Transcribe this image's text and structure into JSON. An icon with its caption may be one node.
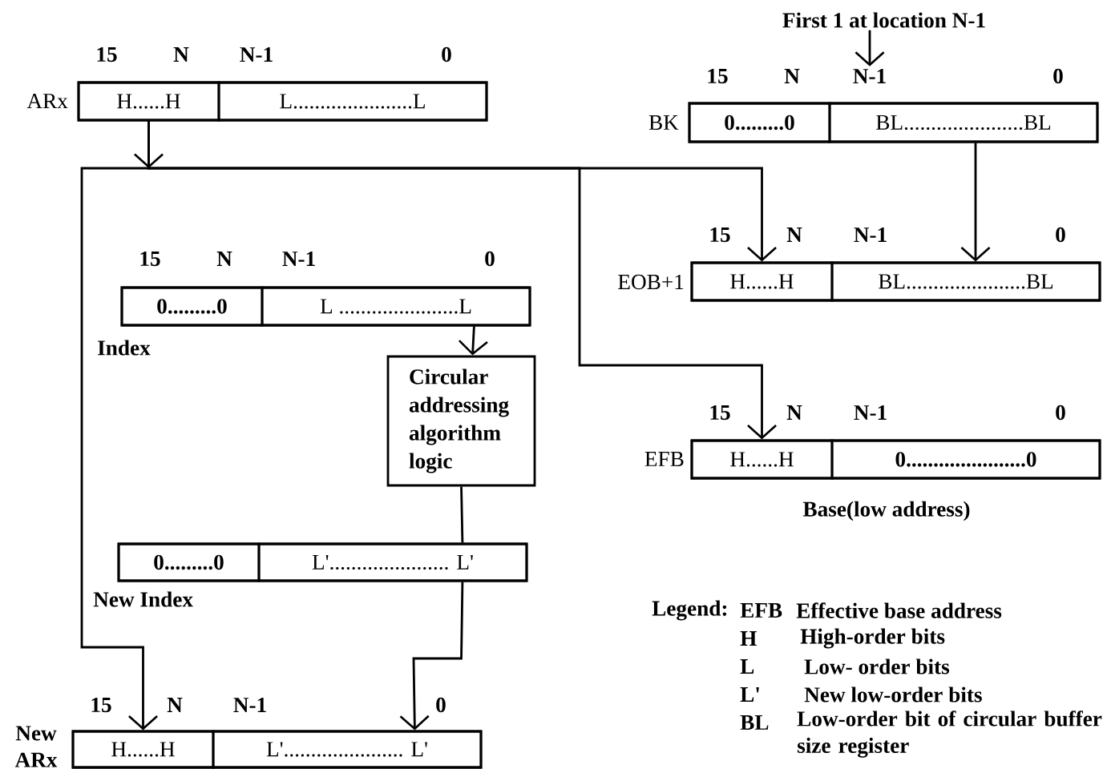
{
  "diagram": {
    "nodes": [
      {
        "text": [
          "ARx"
        ]
      },
      {
        "text": [
          "H......H"
        ],
        "in": 0
      },
      {
        "text": [
          "L......................L"
        ],
        "in": 0
      },
      {
        "text": [
          "BK"
        ]
      },
      {
        "text": [
          "0.........0"
        ],
        "in": 3
      },
      {
        "text": [
          "BL......................BL"
        ],
        "in": 3
      },
      {
        "text": [
          "EOB+1"
        ]
      },
      {
        "text": [
          "H......H"
        ],
        "in": 6
      },
      {
        "text": [
          "BL......................BL"
        ],
        "in": 6
      },
      {
        "text": [
          "Index"
        ]
      },
      {
        "text": [
          "0.........0"
        ],
        "in": 9
      },
      {
        "text": [
          "L ......................L"
        ],
        "in": 9
      },
      {
        "text": [
          "Circular addressing algorithm logic"
        ]
      },
      {
        "text": [
          "EFB"
        ],
        "beside": [
          "Base(low address)"
        ]
      },
      {
        "text": [
          "H......H"
        ],
        "in": 13
      },
      {
        "text": [
          "0......................0"
        ],
        "in": 13
      },
      {
        "text": [
          "New Index"
        ]
      },
      {
        "text": [
          "0.........0"
        ],
        "in": 16
      },
      {
        "text": [
          "L'...................... L'"
        ],
        "in": 16
      },
      {
        "text": [
          "New ARx"
        ]
      },
      {
        "text": [
          "H......H"
        ],
        "in": 19
      },
      {
        "text": [
          "L'...................... L'"
        ],
        "in": 19
      },
      {
        "text": [
          "First 1 at location N-1"
        ]
      },
      {
        "text": [
          "N-1"
        ]
      }
    ],
    "edges": [
      {
        "from": 1,
        "to": 7,
        "arrow": "to"
      },
      {
        "from": 1,
        "to": 14,
        "arrow": "to"
      },
      {
        "from": 1,
        "to": 20,
        "arrow": "to"
      },
      {
        "from": 5,
        "to": 8,
        "arrow": "to"
      },
      {
        "from": 11,
        "to": 12,
        "arrow": "to"
      },
      {
        "from": 12,
        "to": 18,
        "arrow": "none"
      },
      {
        "from": 18,
        "to": 21,
        "arrow": "to"
      },
      {
        "from": 22,
        "to": 23,
        "arrow": "to"
      }
    ],
    "labels": [
      "15",
      "N",
      "N-1",
      "0",
      "15",
      "N",
      "0",
      "15",
      "N",
      "N-1",
      "0",
      "15",
      "N",
      "N-1",
      "0",
      "15",
      "N",
      "N-1",
      "0",
      "15",
      "N",
      "N-1",
      "0",
      "Legend:",
      "EFB",
      "Effective base address",
      "H",
      "High-order bits",
      "L",
      "Low- order bits",
      "L'",
      "New low-order bits",
      "BL",
      "Low-order bit of circular buffer size register"
    ]
  }
}
